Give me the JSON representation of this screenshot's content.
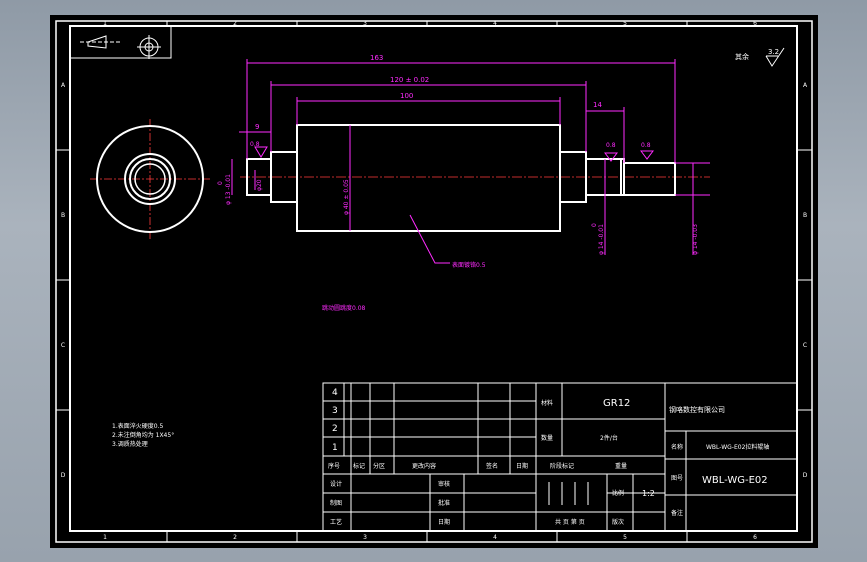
{
  "drawing": {
    "zone_numbers_top": [
      "1",
      "2",
      "3",
      "4",
      "5",
      "6"
    ],
    "zone_numbers_bottom": [
      "1",
      "2",
      "3",
      "4",
      "5",
      "6"
    ],
    "zone_letters_left": [
      "A",
      "B",
      "C",
      "D"
    ],
    "zone_letters_right": [
      "A",
      "B",
      "C",
      "D"
    ],
    "roughness_rest_label": "其余",
    "roughness_rest_value": "3.2",
    "dimensions": {
      "overall_length": "163",
      "length_120": "120 ± 0.02",
      "length_100": "100",
      "length_14": "14",
      "length_9": "9",
      "left_shoulder_dia": "φ20",
      "left_shaft_dia": "φ 13 -0.01",
      "left_shaft_tol_upper": "0",
      "body_dia": "φ 40 ± 0.05",
      "right_shoulder_dia": "φ 14 -0.01",
      "right_shoulder_tol_upper": "0",
      "right_end_dia": "φ 14 -0.03",
      "roughness_1": "0.8",
      "roughness_2": "0.8",
      "roughness_3": "0.8",
      "surface_note": "表面镀铬0.5",
      "runout_note": "跳动圆跳度0.08"
    },
    "tech_requirements": [
      "1.表面淬火硬度0.5",
      "2.未注倒角均为 1X45°",
      "3.调质热处理"
    ]
  },
  "title_block": {
    "revision_rows": [
      "4",
      "3",
      "2",
      "1"
    ],
    "rev_headers": [
      "序号",
      "标记",
      "分区",
      "更改内容",
      "签名",
      "日期"
    ],
    "design_label": "设计",
    "check_label": "审核",
    "drafting_label": "制图",
    "approve_label": "批准",
    "process_label": "工艺",
    "date_label": "日期",
    "material_label": "材料",
    "material_value": "GR12",
    "quantity_label": "数量",
    "quantity_value": "2件/台",
    "stage_label": "阶段标记",
    "weight_label": "重量",
    "scale_label": "比例",
    "scale_value": "1:2",
    "sheet_info": "共 页 第 页",
    "sheet_label": "版次",
    "company": "钢咯数控有限公司",
    "name_label": "名称",
    "part_name": "WBL-WG-E02拉料辊轴",
    "drawing_no_label": "图号",
    "drawing_no": "WBL-WG-E02",
    "remark_label": "备注"
  }
}
